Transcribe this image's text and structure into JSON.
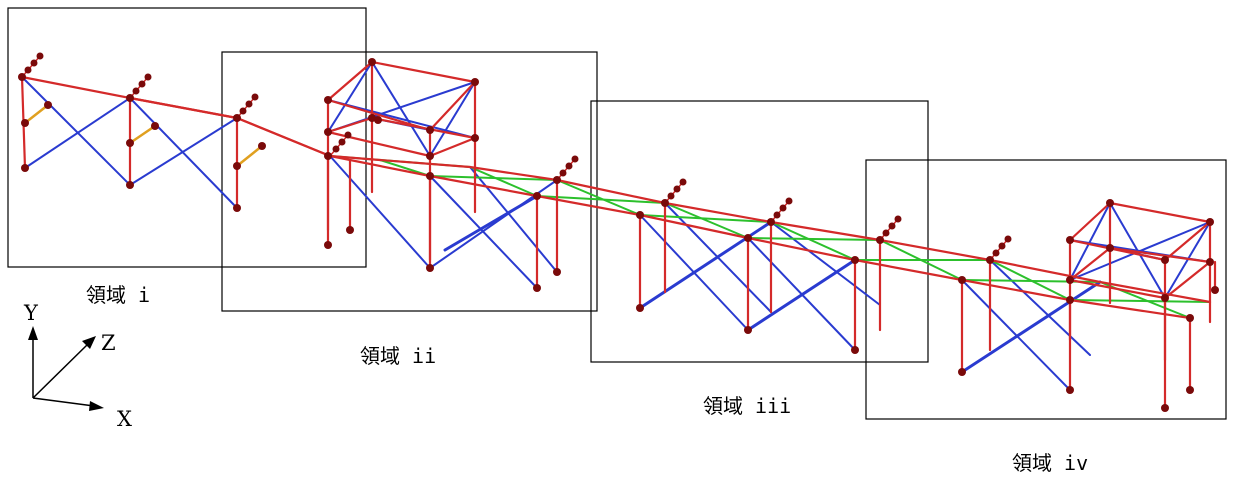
{
  "regions": [
    {
      "label": "領域 i"
    },
    {
      "label": "領域 ii"
    },
    {
      "label": "領域 iii"
    },
    {
      "label": "領域 iv"
    }
  ],
  "axes": {
    "y": "Y",
    "z": "Z",
    "x": "X"
  },
  "colors": {
    "chord": "#d42a2a",
    "diagonal_brace": "#2a3bd0",
    "lateral_brace": "#2cc02c",
    "strut": "#e0a020",
    "node": "#7a0a0a",
    "frame": "#000000"
  }
}
